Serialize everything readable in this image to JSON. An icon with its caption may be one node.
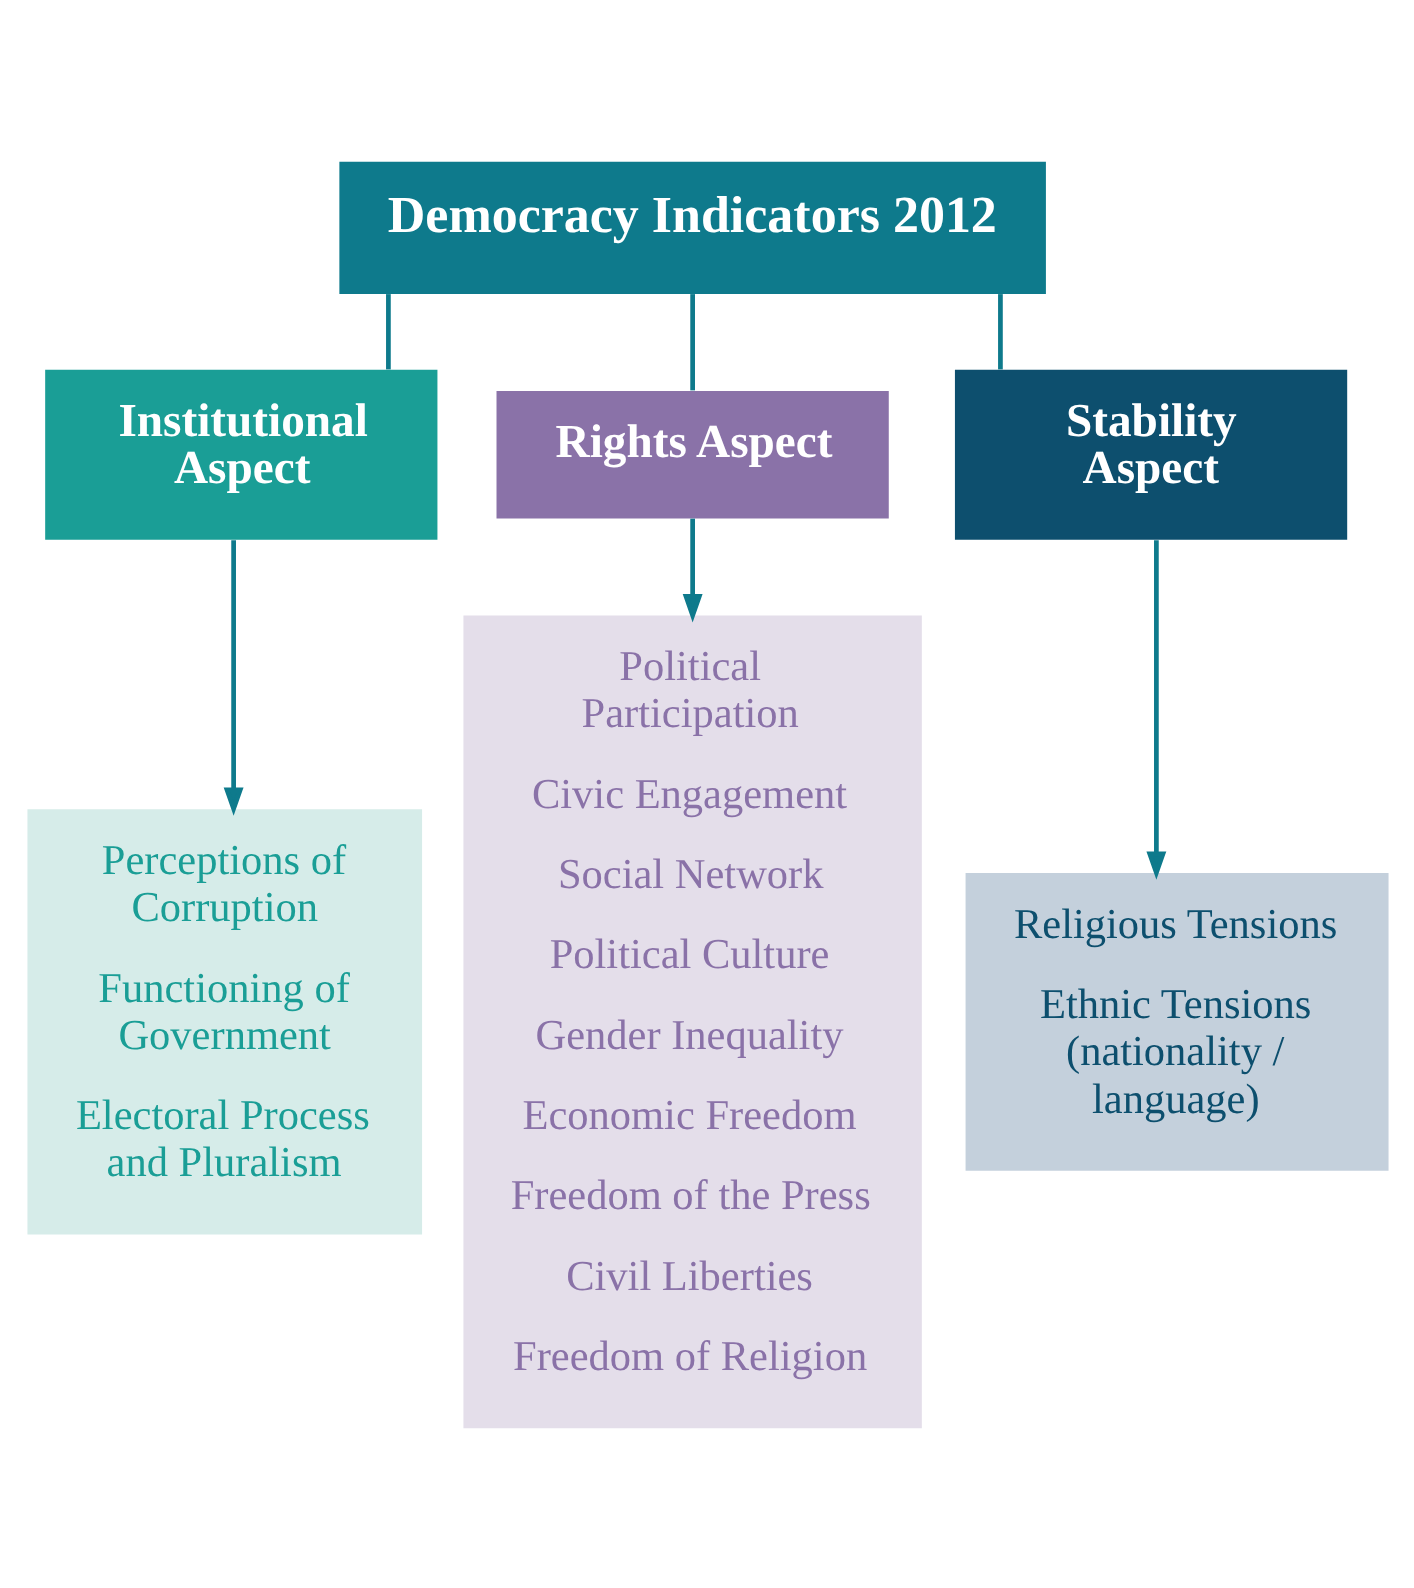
{
  "diagram": {
    "nodes": [
      {
        "text": [
          "Democracy Indicators 2012"
        ]
      },
      {
        "text": [
          "Institutional Aspect"
        ]
      },
      {
        "text": [
          "Rights Aspect"
        ]
      },
      {
        "text": [
          "Stability Aspect"
        ]
      },
      {
        "text": [
          "Perceptions of Corruption",
          "Functioning of Government",
          "Electoral Process and Pluralism"
        ]
      },
      {
        "text": [
          "Political Participation",
          "Civic Engagement",
          "Social Network",
          "Political Culture",
          "Gender Inequality",
          "Economic Freedom",
          "Freedom of the Press",
          "Civil Liberties",
          "Freedom of Religion"
        ]
      },
      {
        "text": [
          "Religious Tensions",
          "Ethnic Tensions (nationality / language)"
        ]
      }
    ],
    "edges": [
      {
        "from": 0,
        "to": 1,
        "arrow": "none"
      },
      {
        "from": 0,
        "to": 2,
        "arrow": "none"
      },
      {
        "from": 0,
        "to": 3,
        "arrow": "none"
      },
      {
        "from": 1,
        "to": 4,
        "arrow": "to"
      },
      {
        "from": 2,
        "to": 5,
        "arrow": "to"
      },
      {
        "from": 3,
        "to": 6,
        "arrow": "to"
      }
    ]
  }
}
